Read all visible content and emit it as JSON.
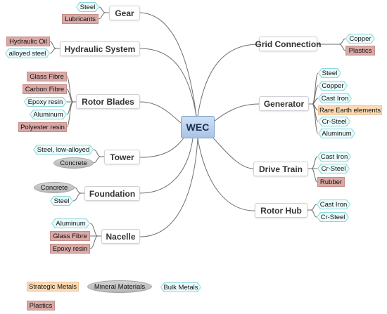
{
  "central": "WEC",
  "branches": {
    "gear": "Gear",
    "hydraulic": "Hydraulic System",
    "rotor_blades": "Rotor Blades",
    "tower": "Tower",
    "foundation": "Foundation",
    "nacelle": "Nacelle",
    "grid": "Grid Connection",
    "generator": "Generator",
    "drive_train": "Drive Train",
    "rotor_hub": "Rotor Hub"
  },
  "leaves": {
    "gear": [
      "Steel",
      "Lubricants"
    ],
    "hydraulic": [
      "Hydraulic Oil",
      "alloyed steel"
    ],
    "rotor_blades": [
      "Glass Fibre",
      "Carbon Fibre",
      "Epoxy resin",
      "Aluminum",
      "Polyester resin"
    ],
    "tower": [
      "Steel, low-alloyed",
      "Concrete"
    ],
    "foundation": [
      "Concrete",
      "Steel"
    ],
    "nacelle": [
      "Aluminum",
      "Glass Fibre",
      "Epoxy resin"
    ],
    "grid": [
      "Copper",
      "Plastics"
    ],
    "generator": [
      "Steel",
      "Copper",
      "Cast Iron",
      "Rare Earth elements",
      "Cr-Steel",
      "Aluminum"
    ],
    "drive_train": [
      "Cast Iron",
      "Cr-Steel",
      "Rubber"
    ],
    "rotor_hub": [
      "Cast Iron",
      "Cr-Steel"
    ]
  },
  "legend": {
    "strategic": "Strategic Metals",
    "mineral": "Mineral Materials",
    "bulk": "Bulk Metals",
    "plastics": "Plastics"
  },
  "colors": {
    "bulk_metals": "#ebfbfb",
    "plastics": "#d9a9a5",
    "strategic_metals": "#fad9b4",
    "mineral_materials": "#c4c4c4",
    "central": "#b8cfec",
    "connector": "#6f6f6f"
  }
}
